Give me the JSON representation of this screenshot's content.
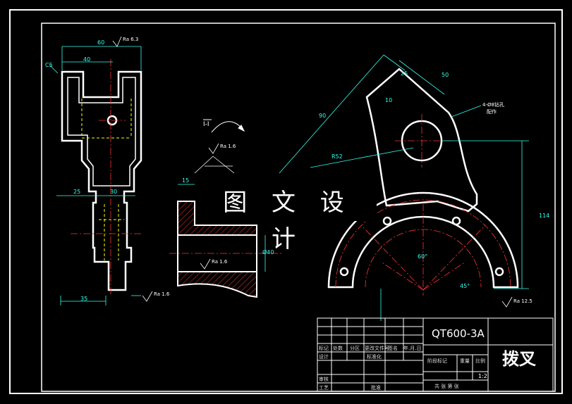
{
  "watermark": "图 文 设 计",
  "title_block": {
    "material": "QT600-3A",
    "part_name": "拨叉",
    "scale_label": "比例",
    "scale": "1:2",
    "weight_label": "重量",
    "stage_label": "阶段标记",
    "labels": {
      "mark": "标记",
      "count": "处数",
      "zone": "分区",
      "change_doc": "更改文件号",
      "sign": "签名",
      "date": "年.月.日",
      "design": "设计",
      "standard": "标准化",
      "review": "审核",
      "process": "工艺",
      "approve": "批准",
      "sheets": "共 张 第 张"
    }
  },
  "section_view_label": "I-I",
  "dimensions": {
    "top_width": "60",
    "inner_width": "40",
    "chamfer": "C5",
    "dim_25": "25",
    "dim_30": "30",
    "dim_35": "35",
    "dim_15": "15",
    "dim_40": "Ø40",
    "dim_114": "114",
    "dim_50": "50",
    "dim_25r": "25",
    "dim_R52": "R52",
    "dim_90": "90",
    "dim_60": "60°",
    "dim_45": "45°",
    "dim_10": "10",
    "hole_note_1": "4-Ø8钻孔",
    "hole_note_2": "配作"
  },
  "roughness": {
    "ra_63": "Ra 6.3",
    "ra_16a": "Ra 1.6",
    "ra_16b": "Ra 1.6",
    "ra_16c": "Ra 1.6",
    "ra_125": "Ra 12.5"
  }
}
